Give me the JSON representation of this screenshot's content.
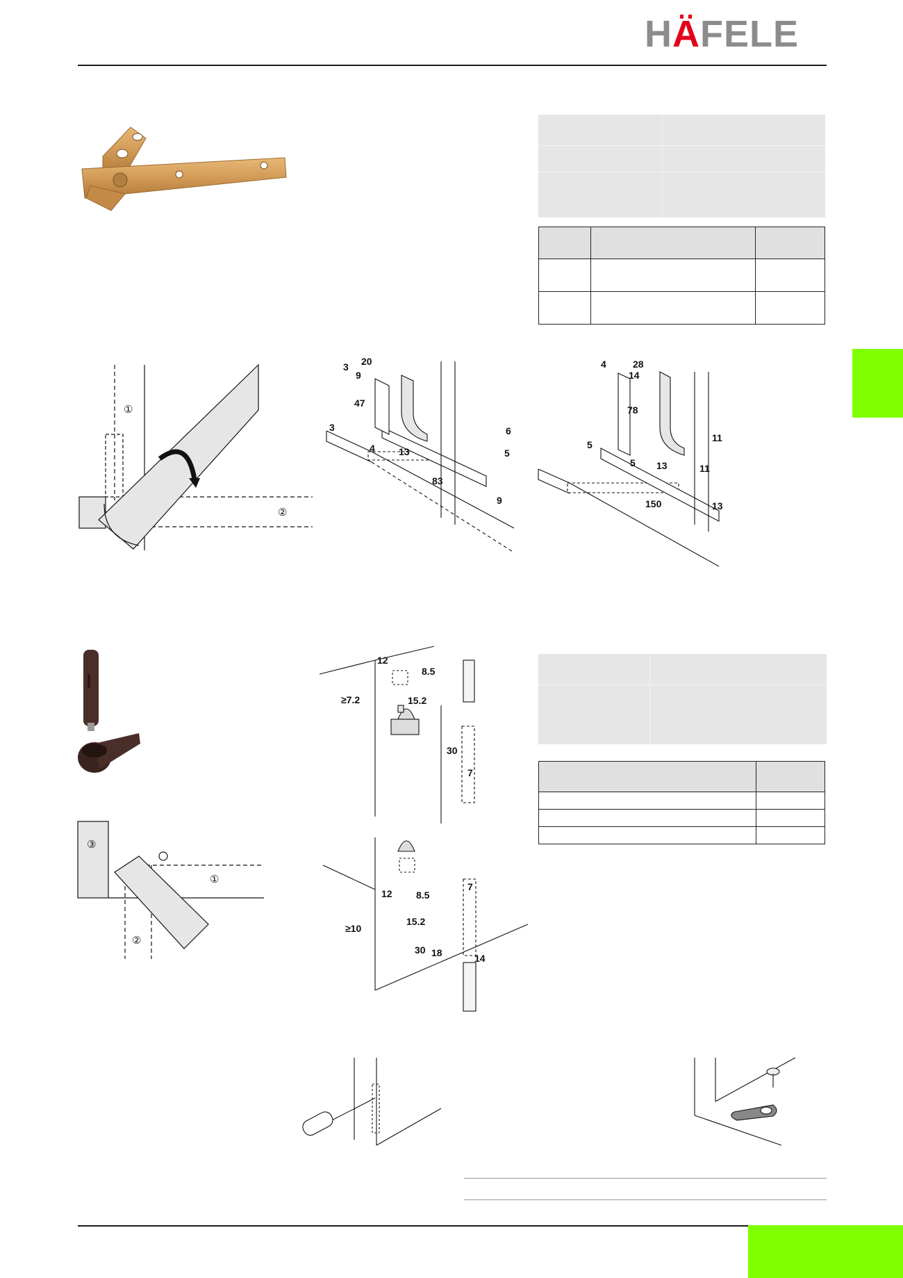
{
  "header": {
    "logo_text_left": "H",
    "logo_text_a": "Ä",
    "logo_text_right": "FELE"
  },
  "colors": {
    "accent_green": "#80ff00",
    "logo_red": "#e3001b",
    "logo_gray": "#8c8c8c",
    "table_gray": "#e6e6e6"
  },
  "diagram1": {
    "markers": [
      "①",
      "②"
    ],
    "dims_a": [
      "3",
      "20",
      "9",
      "47",
      "3",
      "4",
      "13",
      "6",
      "5",
      "83",
      "9"
    ],
    "dims_b": [
      "4",
      "28",
      "14",
      "78",
      "11",
      "5",
      "5",
      "13",
      "11",
      "150",
      "13"
    ]
  },
  "diagram2": {
    "markers": [
      "③",
      "①",
      "②"
    ],
    "dims_top": [
      "12",
      "8.5",
      "≥7.2",
      "15.2",
      "30",
      "7"
    ],
    "dims_bottom": [
      "7",
      "12",
      "8.5",
      "15.2",
      "≥10",
      "30",
      "18",
      "14"
    ]
  }
}
